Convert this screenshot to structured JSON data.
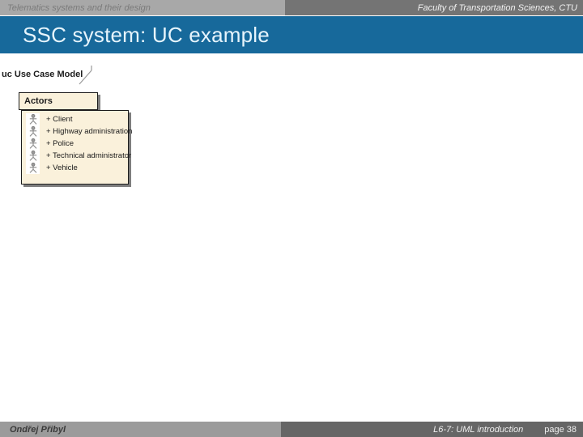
{
  "slide": {
    "header": {
      "course": "Telematics systems and their design",
      "faculty": "Faculty of Transportation Sciences, CTU"
    },
    "title": "SSC system: UC example",
    "diagram": {
      "frame_label": "uc Use Case Model",
      "package": {
        "name": "Actors",
        "actors": [
          "+ Client",
          "+ Highway administration",
          "+ Police",
          "+ Technical administrator",
          "+ Vehicle"
        ]
      }
    },
    "footer": {
      "author": "Ondřej Přibyl",
      "lecture": "L6-7: UML introduction",
      "page_label": "page 38"
    }
  },
  "colors": {
    "title_bar_blue": "#17699b",
    "title_text": "#e6f4fc",
    "header_left_bg": "#a8a8a8",
    "header_right_bg": "#747474",
    "footer_left_bg": "#9b9b9b",
    "footer_right_bg": "#666666",
    "package_fill": "#faf1db",
    "package_border": "#1c1c1c",
    "package_shadow": "#7e7e7e",
    "actor_icon_gray": "#8a8a8a"
  }
}
